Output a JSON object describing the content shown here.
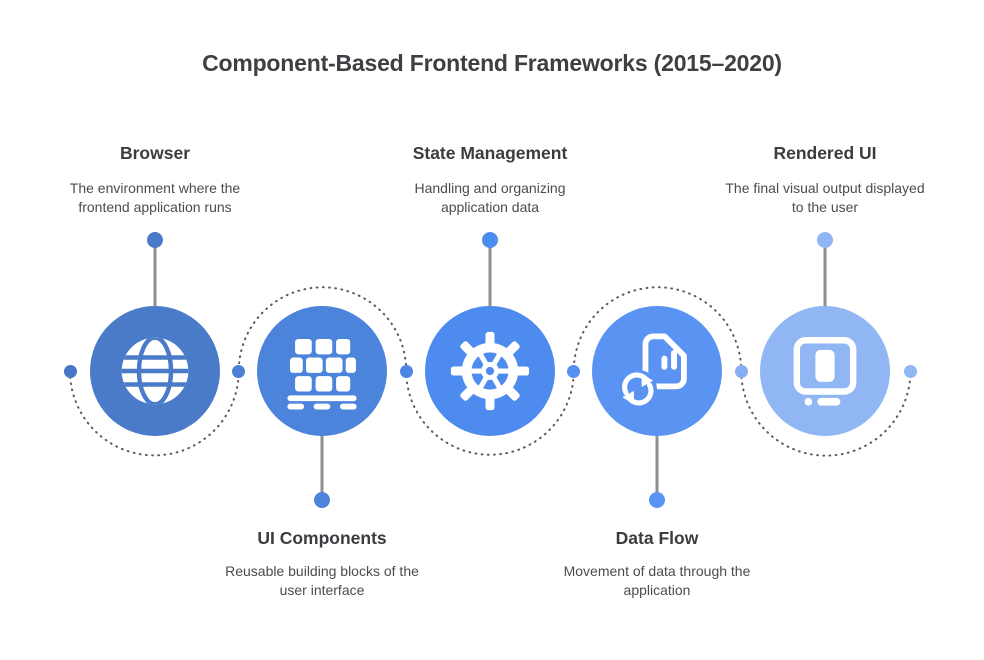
{
  "title": "Component-Based Frontend Frameworks (2015–2020)",
  "nodes": [
    {
      "label": "Browser",
      "description": "The environment where the frontend application runs",
      "icon": "globe-icon",
      "color": "#4A7BC8",
      "label_position": "top"
    },
    {
      "label": "UI Components",
      "description": "Reusable building blocks of the user interface",
      "icon": "bricks-icon",
      "color": "#4C84DC",
      "label_position": "bottom"
    },
    {
      "label": "State Management",
      "description": "Handling and organizing application data",
      "icon": "gear-icon",
      "color": "#4D8BEF",
      "label_position": "top"
    },
    {
      "label": "Data Flow",
      "description": "Movement of data through the application",
      "icon": "sync-file-icon",
      "color": "#5B93F2",
      "label_position": "bottom"
    },
    {
      "label": "Rendered UI",
      "description": "The final visual output displayed to the user",
      "icon": "monitor-icon",
      "color": "#90B6F4",
      "label_position": "top"
    }
  ],
  "connector": {
    "dot_colors": [
      "#4577C6",
      "#4B80D4",
      "#4C87E6",
      "#5590F0",
      "#85AFF2",
      "#90B6F4"
    ],
    "dotted_line_color": "#5a5a5a",
    "stem_color": "#8f8f8f"
  },
  "palette": {
    "background": "#ffffff",
    "title_color": "#3d3f43",
    "heading_color": "#3a3c40",
    "description_color": "#4a4c50",
    "icon_color": "#ffffff"
  }
}
